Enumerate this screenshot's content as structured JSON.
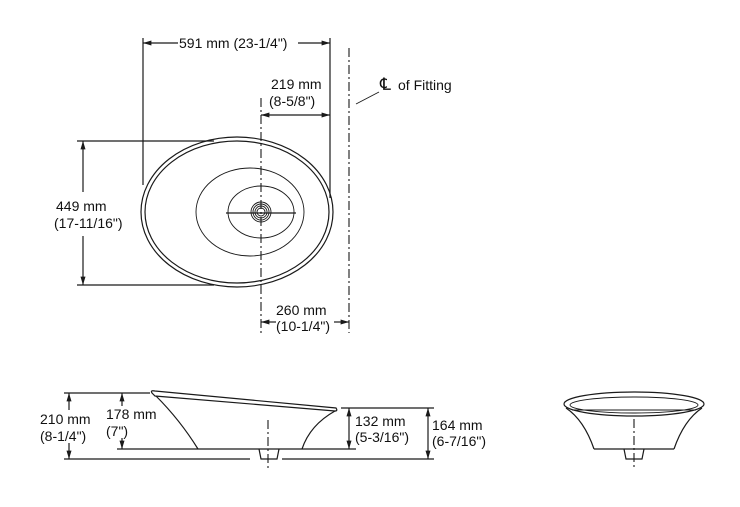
{
  "drawing": {
    "subject": "Oval vessel sink dimension drawing",
    "colors": {
      "line": "#1a1a1a",
      "background": "#ffffff"
    }
  },
  "top_view": {
    "overall_length": {
      "mm": "591 mm",
      "in": "(23-1/4\")",
      "label": "591 mm (23-1/4\")"
    },
    "drain_to_edge": {
      "mm": "219 mm",
      "in": "(8-5/8\")"
    },
    "width": {
      "mm": "449 mm",
      "in": "(17-11/16\")"
    },
    "drain_to_fitting": {
      "mm": "260 mm",
      "in": "(10-1/4\")"
    },
    "centerline_label": {
      "symbol": "℄",
      "text": "of Fitting"
    }
  },
  "side_view": {
    "overall_height": {
      "mm": "210 mm",
      "in": "(8-1/4\")"
    },
    "bowl_height_high": {
      "mm": "178 mm",
      "in": "(7\")"
    },
    "bowl_height_low": {
      "mm": "132 mm",
      "in": "(5-3/16\")"
    },
    "height_low_end": {
      "mm": "164 mm",
      "in": "(6-7/16\")"
    }
  },
  "end_view": {
    "label": ""
  }
}
